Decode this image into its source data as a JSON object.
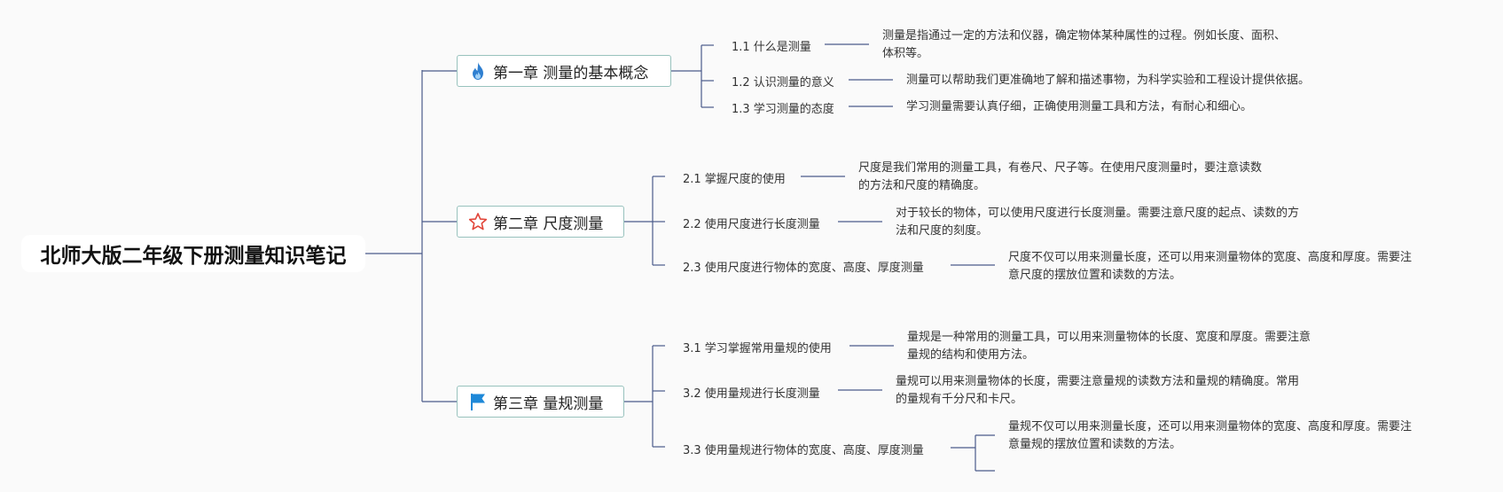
{
  "root": {
    "title": "北师大版二年级下册测量知识笔记"
  },
  "chapters": [
    {
      "title": "第一章 测量的基本概念",
      "icon": "flame-icon",
      "topics": [
        {
          "label": "1.1 什么是测量",
          "note": [
            "测量是指通过一定的方法和仪器，确定物体某种属性的过程。例如长度、面积、",
            "体积等。"
          ]
        },
        {
          "label": "1.2 认识测量的意义",
          "note": [
            "测量可以帮助我们更准确地了解和描述事物，为科学实验和工程设计提供依据。"
          ]
        },
        {
          "label": "1.3 学习测量的态度",
          "note": [
            "学习测量需要认真仔细，正确使用测量工具和方法，有耐心和细心。"
          ]
        }
      ]
    },
    {
      "title": "第二章 尺度测量",
      "icon": "star-icon",
      "topics": [
        {
          "label": "2.1 掌握尺度的使用",
          "note": [
            "尺度是我们常用的测量工具，有卷尺、尺子等。在使用尺度测量时，要注意读数",
            "的方法和尺度的精确度。"
          ]
        },
        {
          "label": "2.2 使用尺度进行长度测量",
          "note": [
            "对于较长的物体，可以使用尺度进行长度测量。需要注意尺度的起点、读数的方",
            "法和尺度的刻度。"
          ]
        },
        {
          "label": "2.3 使用尺度进行物体的宽度、高度、厚度测量",
          "note": [
            "尺度不仅可以用来测量长度，还可以用来测量物体的宽度、高度和厚度。需要注",
            "意尺度的摆放位置和读数的方法。"
          ]
        }
      ]
    },
    {
      "title": "第三章 量规测量",
      "icon": "flag-icon",
      "topics": [
        {
          "label": "3.1 学习掌握常用量规的使用",
          "note": [
            "量规是一种常用的测量工具，可以用来测量物体的长度、宽度和厚度。需要注意",
            "量规的结构和使用方法。"
          ]
        },
        {
          "label": "3.2 使用量规进行长度测量",
          "note": [
            "量规可以用来测量物体的长度，需要注意量规的读数方法和量规的精确度。常用",
            "的量规有千分尺和卡尺。"
          ]
        },
        {
          "label": "3.3 使用量规进行物体的宽度、高度、厚度测量",
          "note": [
            "量规不仅可以用来测量长度，还可以用来测量物体的宽度、高度和厚度。需要注",
            "意量规的摆放位置和读数的方法。"
          ]
        }
      ]
    }
  ],
  "colors": {
    "line": "#4a5a8a",
    "chapter_border": "#98c2bd",
    "flame": "#2f7fd0",
    "star": "#e2463a",
    "flag": "#1e88d8"
  }
}
